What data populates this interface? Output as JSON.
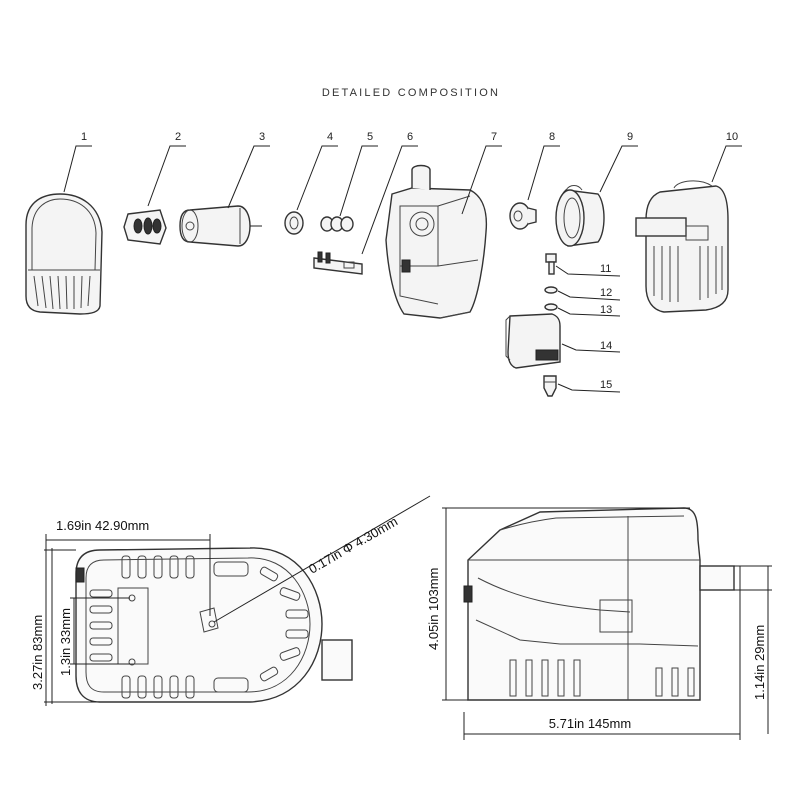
{
  "title": "DETAILED COMPOSITION",
  "part_numbers": [
    "1",
    "2",
    "3",
    "4",
    "5",
    "6",
    "7",
    "8",
    "9",
    "10",
    "11",
    "12",
    "13",
    "14",
    "15"
  ],
  "dimensions": {
    "width_top": "1.69in  42.90mm",
    "hole": "0.17in Φ 4.30mm",
    "height_left": "3.27in 83mm",
    "height_inner": "1.3in 33mm",
    "height_side": "4.05in 103mm",
    "length": "5.71in  145mm",
    "outlet_height": "1.14in 29mm"
  }
}
